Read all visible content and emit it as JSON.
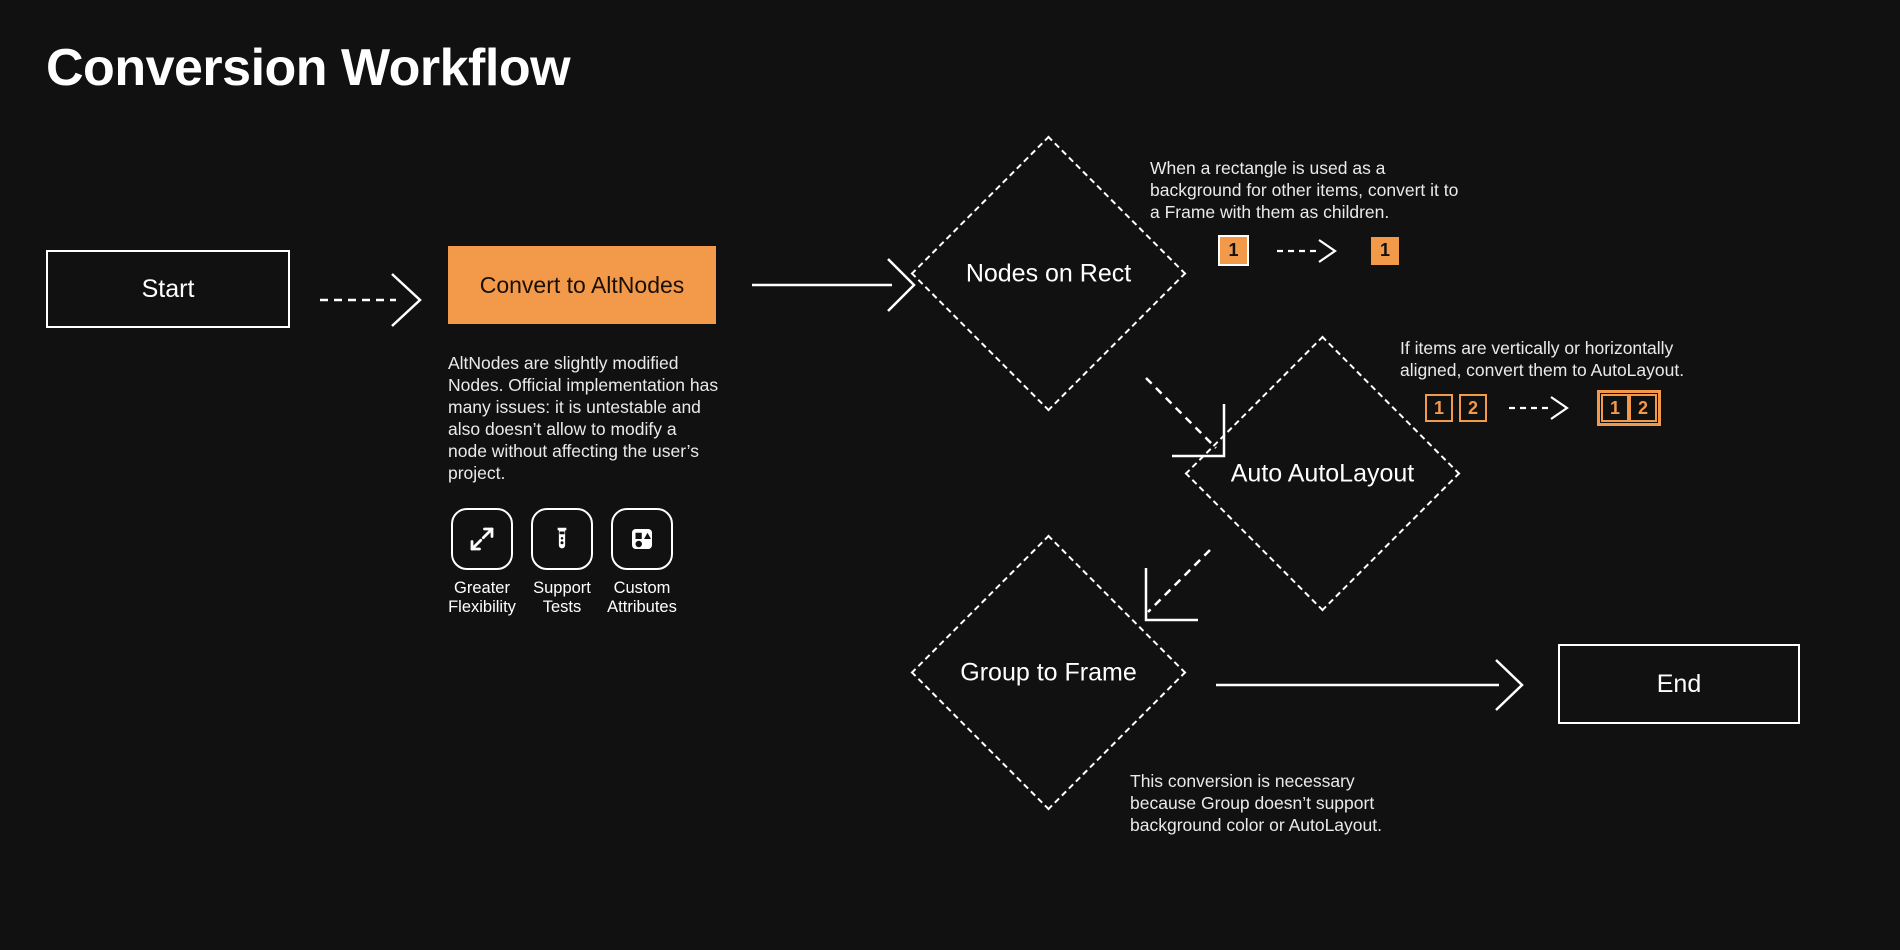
{
  "page": {
    "title": "Conversion Workflow",
    "background": "#111111",
    "accent": "#F2994A",
    "stroke": "#FFFFFF"
  },
  "nodes": {
    "start": {
      "label": "Start",
      "type": "terminal"
    },
    "convert": {
      "label": "Convert to AltNodes",
      "type": "process",
      "fill": "#F2994A"
    },
    "nodes_on_rect": {
      "label": "Nodes on Rect",
      "type": "decision"
    },
    "auto_autolayout": {
      "label": "Auto AutoLayout",
      "type": "decision"
    },
    "group_to_frame": {
      "label": "Group to Frame",
      "type": "decision"
    },
    "end": {
      "label": "End",
      "type": "terminal"
    }
  },
  "notes": {
    "altnodes": "AltNodes are slightly modified Nodes. Official implementation has many issues: it is untestable and also doesn’t allow to modify a node without affecting the user’s project.",
    "nodes_on_rect": "When a rectangle is used as a background for other items, convert it to a Frame with them as children.",
    "auto_autolayout": "If items are vertically or horizontally aligned, convert them to AutoLayout.",
    "group_to_frame": "This conversion is necessary because Group doesn’t support background color or AutoLayout."
  },
  "features": [
    {
      "icon": "expand-arrows-icon",
      "label": "Greater Flexibility"
    },
    {
      "icon": "test-tube-icon",
      "label": "Support Tests"
    },
    {
      "icon": "shapes-icon",
      "label": "Custom Attributes"
    }
  ],
  "illustrations": {
    "nodes_on_rect": {
      "before": [
        {
          "text": "1",
          "style": "filled-outlined"
        }
      ],
      "after": [
        {
          "text": "1",
          "style": "filled"
        }
      ],
      "connector": "dashed-arrow"
    },
    "auto_autolayout": {
      "before": [
        {
          "text": "1",
          "style": "outline"
        },
        {
          "text": "2",
          "style": "outline"
        }
      ],
      "after": [
        {
          "text": "1",
          "style": "outline"
        },
        {
          "text": "2",
          "style": "outline"
        }
      ],
      "after_grouped": true,
      "connector": "dashed-arrow"
    }
  },
  "edges": [
    {
      "from": "start",
      "to": "convert",
      "style": "dashed"
    },
    {
      "from": "convert",
      "to": "nodes_on_rect",
      "style": "solid"
    },
    {
      "from": "nodes_on_rect",
      "to": "auto_autolayout",
      "style": "dashed"
    },
    {
      "from": "auto_autolayout",
      "to": "group_to_frame",
      "style": "dashed"
    },
    {
      "from": "group_to_frame",
      "to": "end",
      "style": "solid"
    }
  ]
}
